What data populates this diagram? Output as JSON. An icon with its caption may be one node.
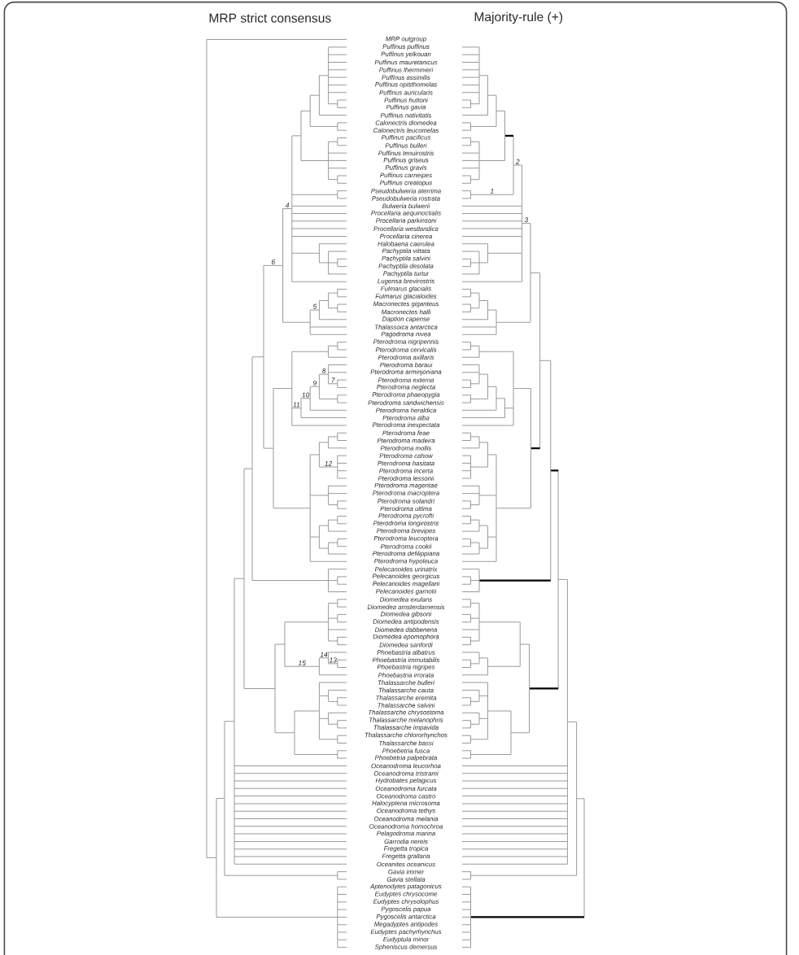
{
  "diagram": {
    "labels": [
      "MRP strict consensus",
      "Majority-rule (+)",
      "MRP outgroup",
      "Puffinus puffinus",
      "Puffinus yelkouan",
      "Puffinus mauretanicus",
      "Puffinus lherminieri",
      "Puffinus assimilis",
      "Puffinus opisthomelas",
      "Puffinus auricularis",
      "Puffinus huttoni",
      "Puffinus gavia",
      "Puffinus nativitatis",
      "Calonectris diomedea",
      "Calonectris leucomelas",
      "Puffinus pacificus",
      "Puffinus bulleri",
      "Puffinus tenuirostris",
      "Puffinus griseus",
      "Puffinus gravis",
      "Puffinus carneipes",
      "Puffinus creatopus",
      "Pseudobulweria aterrima",
      "Pseudobulweria rostrata",
      "Bulweria bulwerii",
      "Procellaria aequinoctialis",
      "Procellaria parkinsoni",
      "Procellaria westlandica",
      "Procellaria cinerea",
      "Halobaena caerulea",
      "Pachyptila vittata",
      "Pachyptila salvini",
      "Pachyptila desolata",
      "Pachyptila turtur",
      "Lugensa brevirostris",
      "Fulmarus glacialis",
      "Fulmarus glacialoides",
      "Macronectes giganteus",
      "Macronectes halli",
      "Daption capense",
      "Thalassoica antarctica",
      "Pagodroma nivea",
      "Pterodroma nigripennis",
      "Pterodroma cervicalis",
      "Pterodroma axillaris",
      "Pterodroma baraui",
      "Pterodroma arminjoniana",
      "Pterodroma externa",
      "Pterodroma neglecta",
      "Pterodroma phaeopygia",
      "Pterodroma sandwichensis",
      "Pterodroma heraldica",
      "Pterodroma alba",
      "Pterodroma inexpectata",
      "Pterodroma feae",
      "Pterodroma madeira",
      "Pterodroma mollis",
      "Pterodroma cahow",
      "Pterodroma hasitata",
      "Pterodroma incerta",
      "Pterodroma lessonii",
      "Pterodroma magentae",
      "Pterodroma macroptera",
      "Pterodroma solandri",
      "Pterodroma ultima",
      "Pterodroma pycrofti",
      "Pterodroma longirostris",
      "Pterodroma brevipes",
      "Pterodroma leucoptera",
      "Pterodroma cookii",
      "Pterodroma defilippiana",
      "Pterodroma hypoleuca",
      "Pelecanoides urinatrix",
      "Pelecanoides georgicus",
      "Pelecanoides magellani",
      "Pelecanoides garnotii",
      "Diomedea exulans",
      "Diomedea amsterdamensis",
      "Diomedea gibsoni",
      "Diomedea antipodensis",
      "Diomedea dabbenena",
      "Diomedea epomophora",
      "Diomedea sanfordi",
      "Phoebastria albatrus",
      "Phoebastria immutabilis",
      "Phoebastria nigripes",
      "Phoebastria irrorata",
      "Thalassarche bulleri",
      "Thalassarche cauta",
      "Thalassarche eremita",
      "Thalassarche salvini",
      "Thalassarche chrysostoma",
      "Thalassarche melanophris",
      "Thalassarche impavida",
      "Thalassarche chlororhynchos",
      "Thalassarche bassi",
      "Phoebetria fusca",
      "Phoebetria palpebrata",
      "Oceanodroma leucorhoa",
      "Oceanodroma tristrami",
      "Hydrobates pelagicus",
      "Oceanodroma furcata",
      "Oceanodroma castro",
      "Halocyptena microsoma",
      "Oceanodroma tethys",
      "Oceanodroma melania",
      "Oceanodroma homochroa",
      "Pelagodroma marina",
      "Garrodia nereis",
      "Fregetta tropica",
      "Fregetta grallaria",
      "Oceanites oceanicus",
      "Gavia immer",
      "Gavia stellata",
      "Aptenodytes patagonicus",
      "Eudyptes chrysocome",
      "Eudyptes chrysolophus",
      "Pygoscelis papua",
      "Pygoscelis antarctica",
      "Megadyptes antipodes",
      "Eudyptes pachyrhynchus",
      "Eudyptula minor",
      "Spheniscus demersus",
      "2",
      "1",
      "3",
      "4",
      "6",
      "5",
      "8",
      "7",
      "9",
      "10",
      "11",
      "12",
      "14",
      "13",
      "15"
    ]
  }
}
